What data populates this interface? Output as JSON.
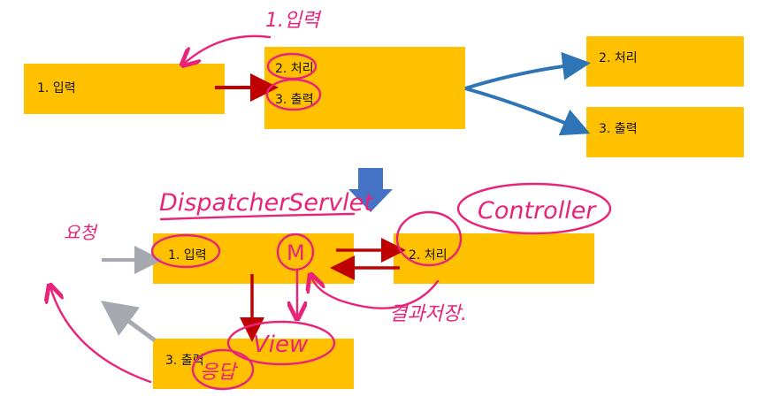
{
  "top": {
    "input_label": "1. 입력",
    "process_out_label_2": "2. 처리",
    "process_out_label_3": "3. 출력",
    "right_process_label": "2. 처리",
    "right_output_label": "3. 출력",
    "annotation_top": "1.입력"
  },
  "bottom": {
    "input_label": "1. 입력",
    "process_label": "2. 처리",
    "output_label": "3. 출력",
    "annotation_dispatcher": "DispatcherServlet",
    "annotation_controller": "Controller",
    "annotation_model": "M",
    "annotation_view": "View",
    "annotation_request": "요청",
    "annotation_response": "응답",
    "annotation_result": "결과저장."
  },
  "colors": {
    "box": "#FFC000",
    "red_arrow": "#C00000",
    "blue_arrow": "#2E75B6",
    "pen": "#E8237A",
    "gray_arrow": "#A6AAB0",
    "down_arrow": "#4472C4"
  }
}
